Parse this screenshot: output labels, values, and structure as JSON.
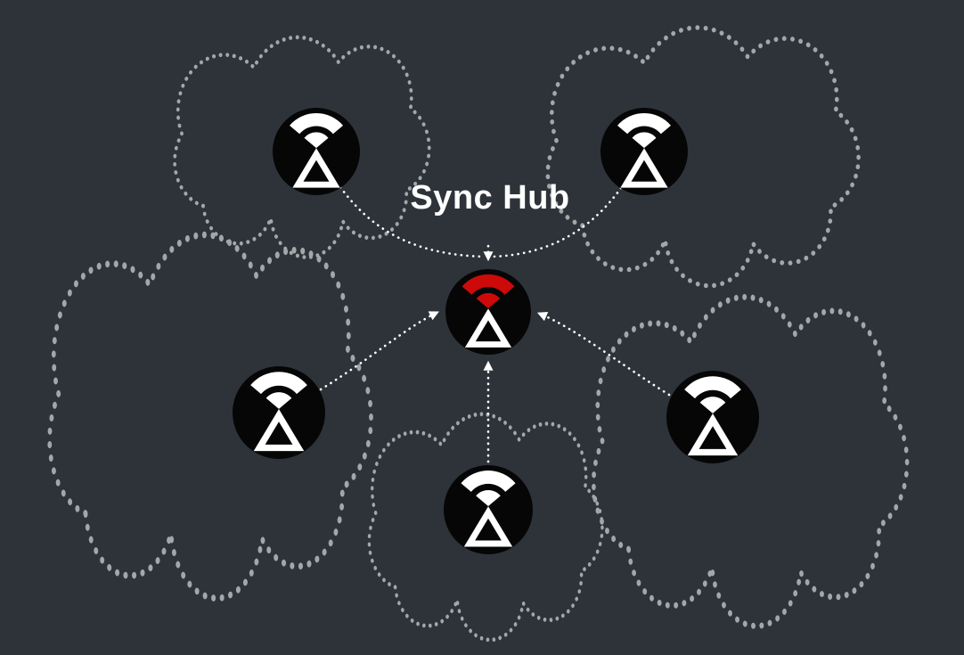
{
  "diagram": {
    "title": "Sync Hub",
    "hub": {
      "id": "sync-hub",
      "icon": "sync-hub-icon"
    },
    "devices": [
      {
        "id": "device-top-left",
        "icon": "sync-device-icon"
      },
      {
        "id": "device-top-right",
        "icon": "sync-device-icon"
      },
      {
        "id": "device-mid-left",
        "icon": "sync-device-icon"
      },
      {
        "id": "device-mid-right",
        "icon": "sync-device-icon"
      },
      {
        "id": "device-bottom",
        "icon": "sync-device-icon"
      }
    ],
    "connections": [
      {
        "from": "device-top-left",
        "to": "sync-hub"
      },
      {
        "from": "device-top-right",
        "to": "sync-hub"
      },
      {
        "from": "device-mid-left",
        "to": "sync-hub"
      },
      {
        "from": "device-mid-right",
        "to": "sync-hub"
      },
      {
        "from": "device-bottom",
        "to": "sync-hub"
      }
    ],
    "colors": {
      "background": "#2d3339",
      "cloud_outline": "#a3a7a9",
      "arrow": "#ffffff",
      "node_fill": "#060606",
      "icon": "#ffffff",
      "hub_accent": "#cc0a0a",
      "label": "#ffffff"
    }
  }
}
